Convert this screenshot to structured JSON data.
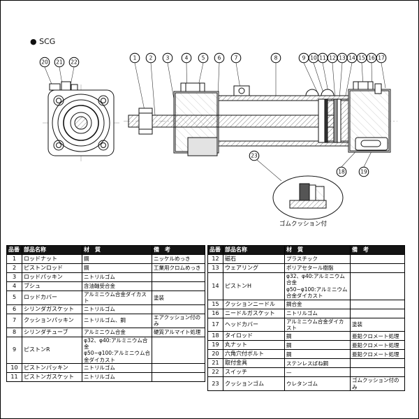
{
  "page": {
    "series_label": "● SCG",
    "detail_caption": "ゴムクッション付"
  },
  "callouts": {
    "left_view": [
      "20",
      "21",
      "22"
    ],
    "top": [
      "1",
      "2",
      "3",
      "4",
      "5",
      "6",
      "7",
      "8",
      "9",
      "10",
      "11",
      "12",
      "13",
      "14",
      "15",
      "16",
      "17"
    ],
    "bottom_detail": [
      "23"
    ],
    "bottom_right": [
      "18",
      "19"
    ]
  },
  "table": {
    "headers": [
      "品番",
      "部品名称",
      "材　質",
      "備　考"
    ],
    "left_rows": [
      {
        "no": "1",
        "name": "ロッドナット",
        "material": "鋼",
        "note": "ニッケルめっき"
      },
      {
        "no": "2",
        "name": "ピストンロッド",
        "material": "鋼",
        "note": "工業用クロムめっき"
      },
      {
        "no": "3",
        "name": "ロッドパッキン",
        "material": "ニトリルゴム",
        "note": ""
      },
      {
        "no": "4",
        "name": "ブシュ",
        "material": "含油軸受合金",
        "note": ""
      },
      {
        "no": "5",
        "name": "ロッドカバー",
        "material": "アルミニウム合金ダイカスト",
        "note": "塗装"
      },
      {
        "no": "6",
        "name": "シリンダガスケット",
        "material": "ニトリルゴム",
        "note": ""
      },
      {
        "no": "7",
        "name": "クッションパッキン",
        "material": "ニトリルゴム、鋼",
        "note": "エアクッション付のみ"
      },
      {
        "no": "8",
        "name": "シリンダチューブ",
        "material": "アルミニウム合金",
        "note": "硬質アルマイト処理"
      },
      {
        "no": "9",
        "name": "ピストンR",
        "material": "φ32、φ40:アルミニウム合金\nφ50~φ100:アルミニウム合金ダイカスト",
        "note": ""
      },
      {
        "no": "10",
        "name": "ピストンパッキン",
        "material": "ニトリルゴム",
        "note": ""
      },
      {
        "no": "11",
        "name": "ピストンガスケット",
        "material": "ニトリルゴム",
        "note": ""
      }
    ],
    "right_rows": [
      {
        "no": "12",
        "name": "磁石",
        "material": "プラスチック",
        "note": ""
      },
      {
        "no": "13",
        "name": "ウェアリング",
        "material": "ポリアセタール樹脂",
        "note": ""
      },
      {
        "no": "14",
        "name": "ピストンH",
        "material": "φ32、φ40:アルミニウム合金\nφ50~φ100:アルミニウム合金ダイカスト",
        "note": ""
      },
      {
        "no": "15",
        "name": "クッションニードル",
        "material": "鋼合金",
        "note": ""
      },
      {
        "no": "16",
        "name": "ニードルガスケット",
        "material": "ニトリルゴム",
        "note": ""
      },
      {
        "no": "17",
        "name": "ヘッドカバー",
        "material": "アルミニウム合金ダイカスト",
        "note": "塗装"
      },
      {
        "no": "18",
        "name": "タイロッド",
        "material": "鋼",
        "note": "亜鉛クロメート処理"
      },
      {
        "no": "19",
        "name": "丸ナット",
        "material": "鋼",
        "note": "亜鉛クロメート処理"
      },
      {
        "no": "20",
        "name": "六角穴付ボルト",
        "material": "鋼",
        "note": "亜鉛クロメート処理"
      },
      {
        "no": "21",
        "name": "取付金具",
        "material": "ステンレスばね鋼",
        "note": ""
      },
      {
        "no": "22",
        "name": "スイッチ",
        "material": "—",
        "note": ""
      },
      {
        "no": "23",
        "name": "クッションゴム",
        "material": "ウレタンゴム",
        "note": "ゴムクッション付のみ"
      }
    ]
  }
}
